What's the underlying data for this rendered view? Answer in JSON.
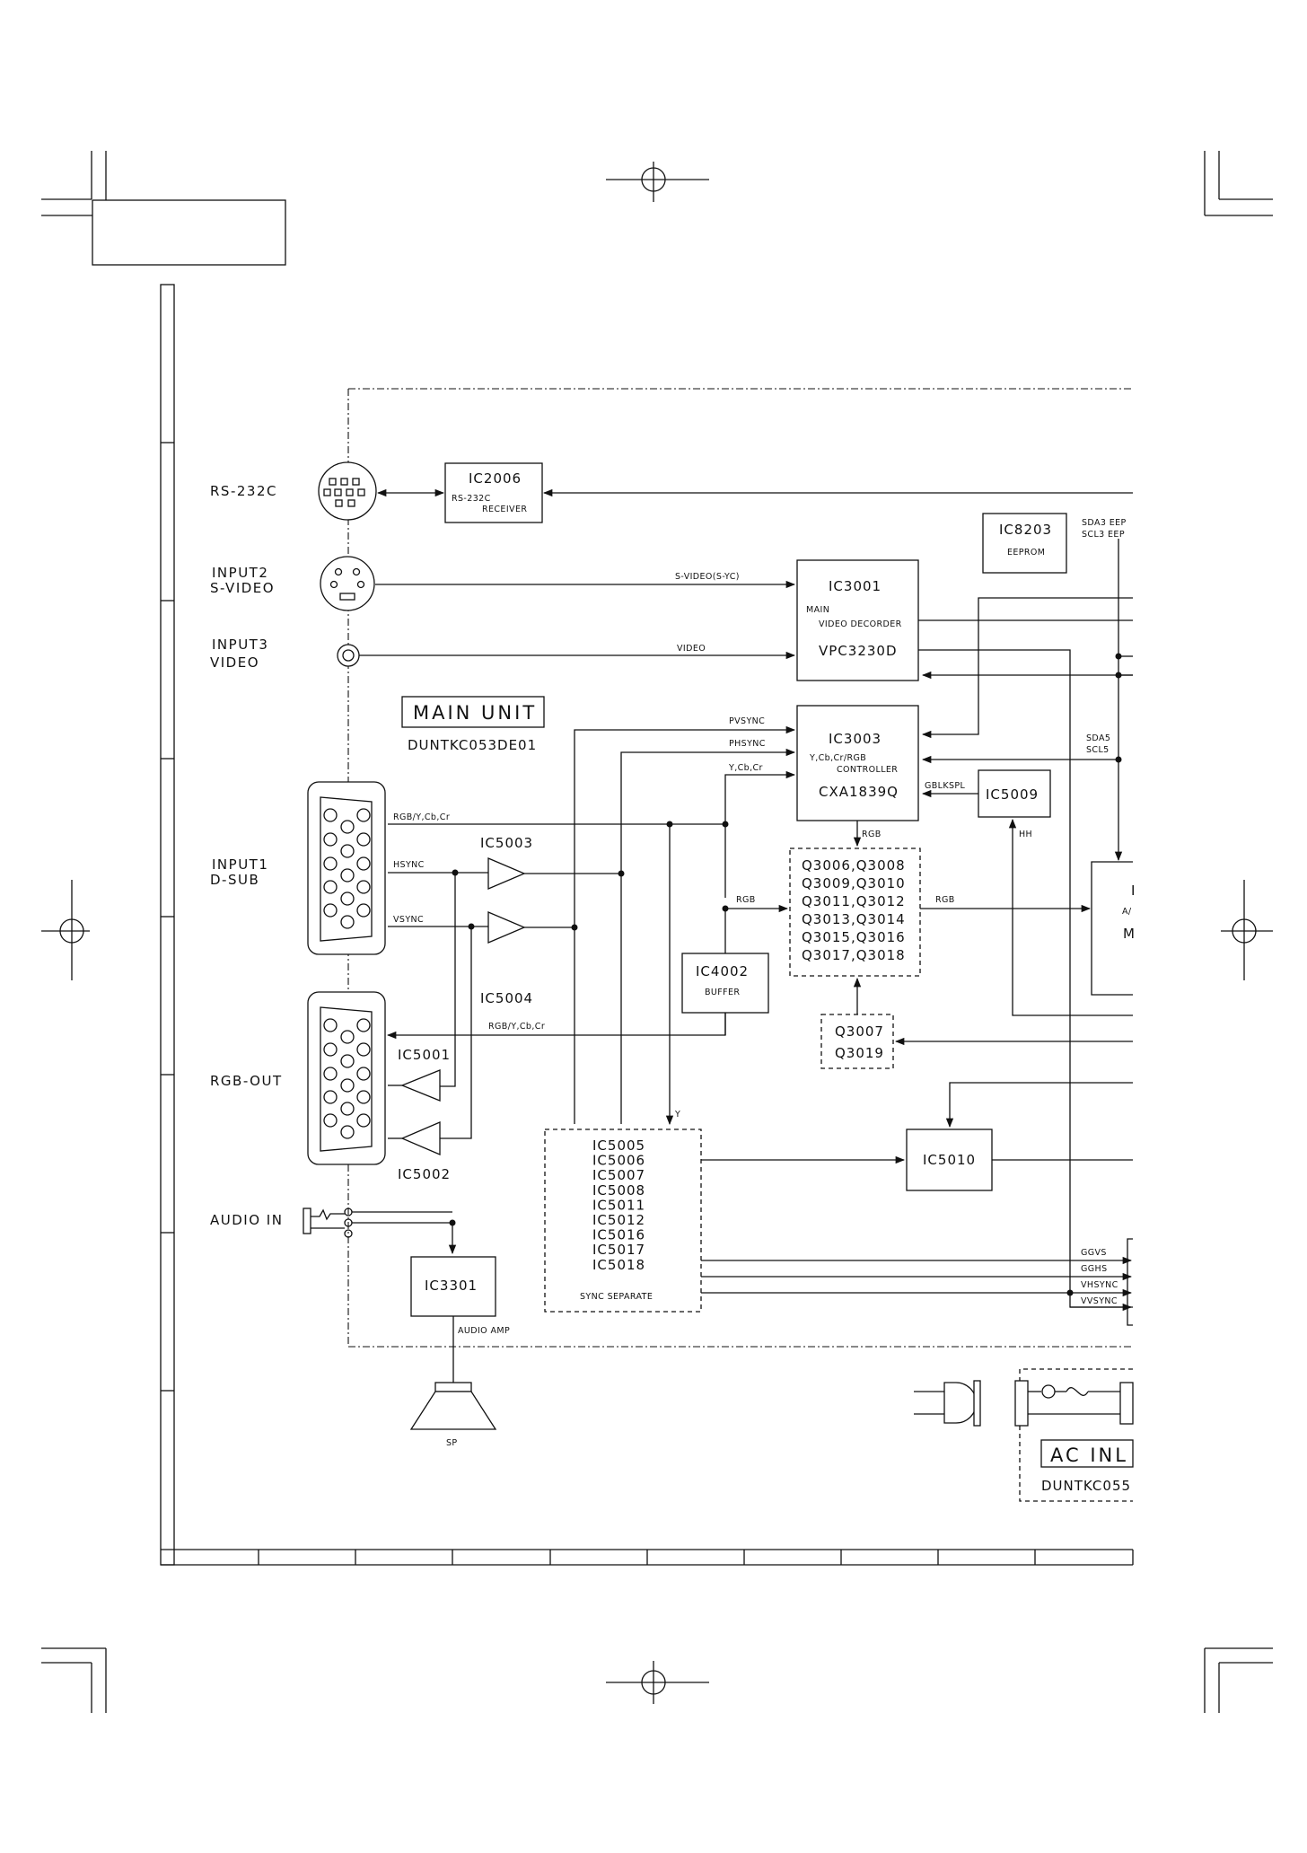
{
  "connectors": {
    "rs232c": "RS-232C",
    "input2_line1": "INPUT2",
    "input2_line2": "S-VIDEO",
    "input3_line1": "INPUT3",
    "input3_line2": "VIDEO",
    "input1_line1": "INPUT1",
    "input1_line2": "D-SUB",
    "rgb_out": "RGB-OUT",
    "audio_in": "AUDIO IN",
    "speaker": "SP"
  },
  "units": {
    "main_unit_title": "MAIN UNIT",
    "main_unit_code": "DUNTKC053DE01",
    "ac_inlet_title": "AC INL",
    "ac_inlet_code": "DUNTKC055"
  },
  "blocks": {
    "ic2006": {
      "name": "IC2006",
      "line1": "RS-232C",
      "line2": "RECEIVER"
    },
    "ic8203": {
      "name": "IC8203",
      "line1": "EEPROM"
    },
    "ic3001": {
      "name": "IC3001",
      "line1": "MAIN",
      "line2": "VIDEO DECORDER",
      "part": "VPC3230D"
    },
    "ic3003": {
      "name": "IC3003",
      "line1": "Y,Cb,Cr/RGB",
      "line2": "CONTROLLER",
      "part": "CXA1839Q"
    },
    "ic5009": {
      "name": "IC5009"
    },
    "ic4002": {
      "name": "IC4002",
      "line1": "BUFFER"
    },
    "q_group": [
      "Q3006,Q3008",
      "Q3009,Q3010",
      "Q3011,Q3012",
      "Q3013,Q3014",
      "Q3015,Q3016",
      "Q3017,Q3018"
    ],
    "q3007": [
      "Q3007",
      "Q3019"
    ],
    "ic5010": {
      "name": "IC5010"
    },
    "ic3301": {
      "name": "IC3301",
      "line1": "AUDIO AMP"
    },
    "sync_group": [
      "IC5005",
      "IC5006",
      "IC5007",
      "IC5008",
      "IC5011",
      "IC5012",
      "IC5016",
      "IC5017",
      "IC5018"
    ],
    "sync_label": "SYNC SEPARATE",
    "ic5003": "IC5003",
    "ic5004": "IC5004",
    "ic5001": "IC5001",
    "ic5002": "IC5002",
    "partial_block": "I",
    "partial_block_line1": "A/",
    "partial_block_line2": "M"
  },
  "signals": {
    "s_video": "S-VIDEO(S-YC)",
    "video": "VIDEO",
    "pvsync": "PVSYNC",
    "phsync": "PHSYNC",
    "ycbcr": "Y,Cb,Cr",
    "rgb_ycbcr_in": "RGB/Y,Cb,Cr",
    "hsync": "HSYNC",
    "vsync": "VSYNC",
    "rgb_ycbcr_out": "RGB/Y,Cb,Cr",
    "rgb_1": "RGB",
    "rgb_2": "RGB",
    "rgb_3": "RGB",
    "gblkspl": "GBLKSPL",
    "hh": "HH",
    "y": "Y",
    "sda3": "SDA3 EEP",
    "scl3": "SCL3 EEP",
    "sda5": "SDA5",
    "scl5": "SCL5",
    "ggvs": "GGVS",
    "gghs": "GGHS",
    "vhsync": "VHSYNC",
    "vvsync": "VVSYNC"
  }
}
